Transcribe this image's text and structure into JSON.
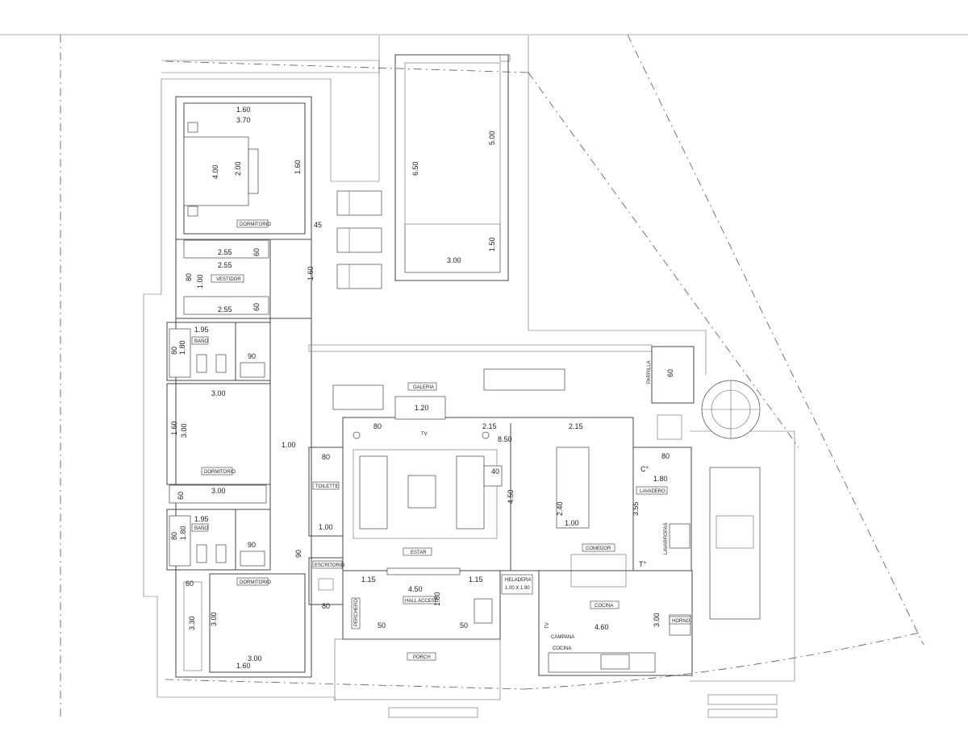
{
  "rooms": {
    "dormitorio": "DORMITORIO",
    "vestidor": "VESTIDOR",
    "bano": "BAÑO",
    "galeria": "GALERIA",
    "estar": "ESTAR",
    "comedor": "COMEDOR",
    "toilette": "TOILETTE",
    "escritorio": "ESCRITORIO",
    "hall": "HALL ACCESO",
    "perchero": "PERCHERO",
    "porch": "PORCH",
    "cocina": "COCINA",
    "lavadero": "LAVADERO",
    "lavarropas": "LAVARROPAS",
    "heladera": "HELADERA",
    "heladera_dim": "1.00 X 1.90",
    "horno": "HORNO",
    "campana": "CAMPANA",
    "parrilla": "PARRILLA",
    "tv": "TV",
    "c_grados": "C°",
    "t_grados": "T°"
  },
  "dims": {
    "d160": "1.60",
    "d370": "3.70",
    "d400": "4.00",
    "d200": "2.00",
    "d255": "2.55",
    "d80": "80",
    "d60": "60",
    "d100": "1.00",
    "d45": "45",
    "d650": "6.50",
    "d500": "5.00",
    "d150": "1.50",
    "d300": "3.00",
    "d195": "1.95",
    "d180": "1.80",
    "d90": "90",
    "d120": "1.20",
    "d215": "2.15",
    "d850": "8.50",
    "d40": "40",
    "d450": "4.50",
    "d240": "2.40",
    "d355": "3.55",
    "d115": "1.15",
    "d50": "50",
    "d460": "4.60",
    "d330": "3.30"
  }
}
